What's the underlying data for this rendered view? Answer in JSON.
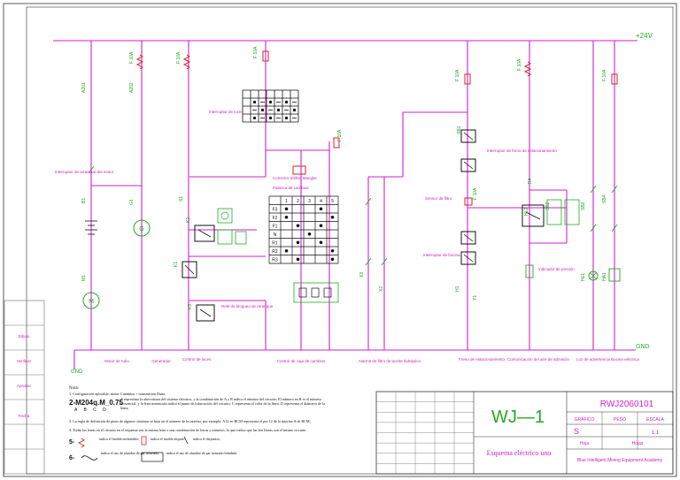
{
  "diagram": {
    "rail_top": "+24V",
    "rail_bottom": "GND",
    "ground_label": "GND",
    "title_big": "WJ—1",
    "title_sub": "Esquema eléctrico uno",
    "drawing_no": "RWJ2060101",
    "company": "Blue Intelligent Mining Equipment Academy",
    "tb_small": [
      "GRÁFICO",
      "PESO",
      "ESCALA"
    ],
    "tb_values": [
      "S",
      "1:1"
    ],
    "tb_hoja": "Hoja",
    "tb_hojas": "Hojas",
    "sections": [
      "Motor de tubo",
      "Generador",
      "Control de luces",
      "Control de caja de cambios",
      "Alarma de filtro de aceite hidráulico",
      "Freno de estacionamiento",
      "Comunicación del aire de admisión",
      "Luz de advertencia",
      "Bocina eléctrica"
    ],
    "notes": {
      "heading": "Nota:",
      "n1": "1. Configuración aplicable: motor Cummins + transmisión Dana.",
      "n2_code": "2-M204q.M_0.75",
      "n2_sub": "A  B  C  D",
      "n2_text": "A representa la abreviatura del sistema eléctrico, y la combinación de A y B indica el número del circuito; El número en B es el número secuencial, y la letra minúscula indica el punto de bifurcación del circuito; C representa el color de la línea. D representa el diámetro de la línea;",
      "n3": "3. La regla de definición de pines de algunos sistemas se basa en el número de la interfaz, por ejemplo: A12 en BCM representa el pin 12 de la interfaz A de BCM;",
      "n4": "4. Todas las letras en el circuito en el esquema son la misma letra o una combinación de letras y números, lo que indica que las dos líneas son el mismo circuito.",
      "n5": "5-",
      "n5a": "indica el fusible enchufable;",
      "n5b": "indica el fusible alojado",
      "n5c": "indica el disyuntor;",
      "n6": "6-",
      "n6a": "indica el uso de alambre de par trenzado;",
      "n6b": "indica el uso de alambre de par trenzado blindado"
    },
    "left_labels": [
      "Dibujo",
      "Verificar",
      "Aprobar",
      "Fecha"
    ],
    "annotations": [
      "Interruptor de arranque del motor",
      "Interruptor de luces",
      "Conector Shifter Mangler",
      "Palanca de cambios",
      "Relé de bloqueo de arranque",
      "Interruptor de freno de estacionamiento",
      "Sensor de filtro",
      "Indicador de presión",
      "Interruptor de bocina"
    ],
    "wire_labels": [
      "F 10A",
      "F 10A",
      "F 10A",
      "F 10A",
      "F 10A",
      "F 10A",
      "F 10A",
      "F 10A",
      "A201",
      "A202",
      "B1",
      "G1",
      "S1",
      "K1",
      "K2",
      "K3",
      "M1",
      "H1",
      "Y1",
      "X2",
      "SB1",
      "SB2",
      "SB3",
      "SB4",
      "HA1",
      "HL1",
      "HL2",
      "R4",
      "X3"
    ],
    "shift_table": {
      "head": [
        "",
        "1",
        "2",
        "3",
        "4",
        "5"
      ],
      "rows": [
        "F3",
        "F2",
        "F1",
        "N",
        "R1",
        "R2",
        "R3"
      ]
    },
    "key_table": {
      "rows": 4,
      "cols": 7
    }
  }
}
